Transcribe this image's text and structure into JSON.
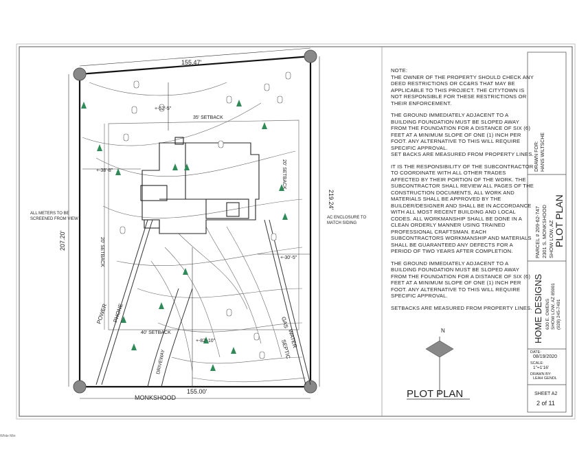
{
  "dimensions": {
    "top": "155.47'",
    "bottom": "155.00'",
    "left": "207.20'",
    "right": "219.24'",
    "house_front": "+-52'-5\"",
    "house_side": "+-38'-8\"",
    "house_right": "+-30'-5\"",
    "house_rear": "+-82'-10\""
  },
  "setbacks": {
    "top": "35' SETBACK",
    "right": "20' SETBACK",
    "left": "20' SETBACK",
    "bottom": "40' SETBACK"
  },
  "labels": {
    "meters": [
      "ALL METERS TO BE",
      "SCREENED FROM VIEW"
    ],
    "ac": [
      "AC ENCLOSURE TO",
      "MATCH SIDING"
    ],
    "power": "POWER",
    "phone": "PHONE",
    "gas": "GAS",
    "water": "WATER",
    "septic": "SEPTIC",
    "driveway": "DRIVEWAY",
    "street": "MONKSHOOD",
    "north": "N",
    "plot_plan": "PLOT PLAN"
  },
  "notes": {
    "heading": "NOTE:",
    "p1": "THE OWNER OF THE PROPERTY SHOULD CHECK ANY DEED RESTRICTIONS OR CC&RS THAT MAY BE APPLICABLE TO THIS PROJECT. THE CITYTOWN IS NOT RESPONSIBLE FOR THESE RESTRICTIONS OR THEIR ENFORCEMENT.",
    "p2": "THE GROUND IMMEDIATELY ADJACENT TO A BUILDING FOUNDATION MUST BE SLOPED AWAY FROM THE FOUNDATION FOR A DISTANCE OF SIX (6) FEET AT A MINIMUM SLOPE OF ONE (1) INCH PER FOOT. ANY ALTERNATIVE TO THIS WILL REQUIRE SPECIFIC APPROVAL.",
    "p2b": "SET BACKS ARE MEASURED FROM PROPERTY LINES.",
    "p3": "IT IS THE RESPONSIBILITY OF THE SUBCONTRACTOR TO COORDINATE WITH ALL OTHER TRADES AFFECTED BY THEIR PORTION OF THE WORK. THE SUBCONTRACTOR SHALL REVIEW ALL PAGES OF THE CONSTRUCTION DOCUMENTS, ALL WORK AND MATERIALS SHALL BE APPROVED BY THE BUILDER/DESIGNER AND SHALL BE IN ACCORDANCE WITH ALL MOST RECENT BUILDING AND LOCAL CODES. ALL WORKMANSHIP SHALL BE DONE IN A CLEAN ORDERLY MANNER USING TRAINED PROFESSIONAL CRAFTSMAN. EACH SUBCONTRACTORS WORKMANSHIP AND MATERIALS SHALL BE GUARANTEED ANY DEFECTS FOR A PERIOD OF TWO YEARS AFTER COMPLETION.",
    "p4": "THE GROUND IMMEDIATELY ADJACENT TO A BUILDING FOUNDATION MUST BE SLOPED AWAY FROM THE FOUNDATION FOR A DISTANCE OF SIX (6) FEET AT A MINIMUM SLOPE OF ONE (1) INCH PER FOOT. ANY ALTERNATIVE TO THIS WILL REQUIRE SPECIFIC APPROVAL.",
    "p5": "SETBACKS ARE MEASURED FROM PROPERTY LINES."
  },
  "titleblock": {
    "drawn_for": "DRAWN FOR:",
    "client": "HANS WILTSCHE",
    "parcel": "PARCEL # 209-62-747",
    "address": "2301 S. MONKSHOOD",
    "city": "SHOW LOW, AZ",
    "sheet_title": "PLOT PLAN",
    "company": "HOME DESIGNS",
    "company_addr": "630 E. OWENS",
    "company_city": "SHOW LOW, AZ 85901",
    "company_phone": "(928) 245-7491",
    "date_label": "DATE:",
    "date": "08/19/2020",
    "scale_label": "SCALE:",
    "scale": "1\"=1'16'",
    "drawn_by_label": "DRAWN BY:",
    "drawn_by": "LEAH GENDL",
    "sheet_label": "SHEET A2",
    "sheet_count": "2 of 11"
  },
  "credit": "White Mtn"
}
